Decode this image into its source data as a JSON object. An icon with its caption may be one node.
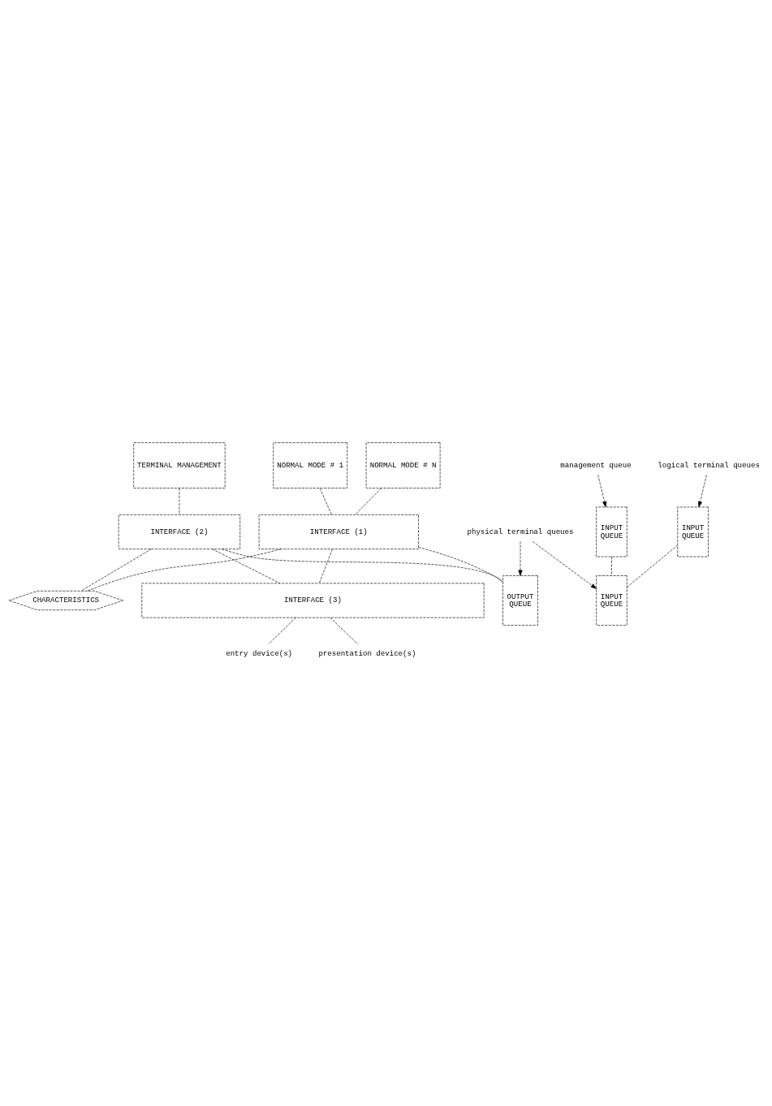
{
  "diagram": {
    "nodes": [
      {
        "text": [
          "NORMAL MODE # 1"
        ]
      },
      {
        "text": [
          "NORMAL MODE # N"
        ]
      },
      {
        "text": [
          "TERMINAL MANAGEMENT"
        ]
      },
      {
        "text": [
          "INTERFACE (1)"
        ]
      },
      {
        "text": [
          "INTERFACE (2)"
        ]
      },
      {
        "text": [
          "INPUT",
          "QUEUE"
        ]
      },
      {
        "text": [
          "INPUT",
          "QUEUE"
        ]
      },
      {
        "text": [
          "CHARACTERISTICS"
        ]
      },
      {
        "text": [
          "INPUT",
          "QUEUE"
        ]
      },
      {
        "text": [
          "OUTPUT",
          "QUEUE"
        ]
      },
      {
        "text": [
          "INTERFACE (3)"
        ]
      },
      {
        "text": [
          "entry device(s)"
        ]
      },
      {
        "text": [
          "presentation device(s)"
        ]
      },
      {
        "text": [
          "logical terminal queues"
        ]
      },
      {
        "text": [
          "management queue"
        ]
      },
      {
        "text": [
          "physical terminal queues"
        ]
      }
    ],
    "edges": [
      {
        "from": 0,
        "to": 3,
        "arrow": "none"
      },
      {
        "from": 1,
        "to": 3,
        "arrow": "none"
      },
      {
        "from": 2,
        "to": 4,
        "arrow": "none"
      },
      {
        "from": 13,
        "to": 5,
        "arrow": "to"
      },
      {
        "from": 14,
        "to": 6,
        "arrow": "to"
      },
      {
        "from": 15,
        "to": 8,
        "arrow": "to"
      },
      {
        "from": 15,
        "to": 9,
        "arrow": "to"
      },
      {
        "from": 3,
        "to": 7,
        "arrow": "none"
      },
      {
        "from": 4,
        "to": 7,
        "arrow": "none"
      },
      {
        "from": 5,
        "to": 8,
        "arrow": "none"
      },
      {
        "from": 6,
        "to": 8,
        "arrow": "none"
      },
      {
        "from": 3,
        "to": 9,
        "arrow": "none"
      },
      {
        "from": 4,
        "to": 9,
        "arrow": "none"
      },
      {
        "from": 3,
        "to": 10,
        "arrow": "none"
      },
      {
        "from": 4,
        "to": 10,
        "arrow": "none"
      },
      {
        "from": 10,
        "to": 11,
        "arrow": "none"
      },
      {
        "from": 10,
        "to": 12,
        "arrow": "none"
      }
    ]
  }
}
